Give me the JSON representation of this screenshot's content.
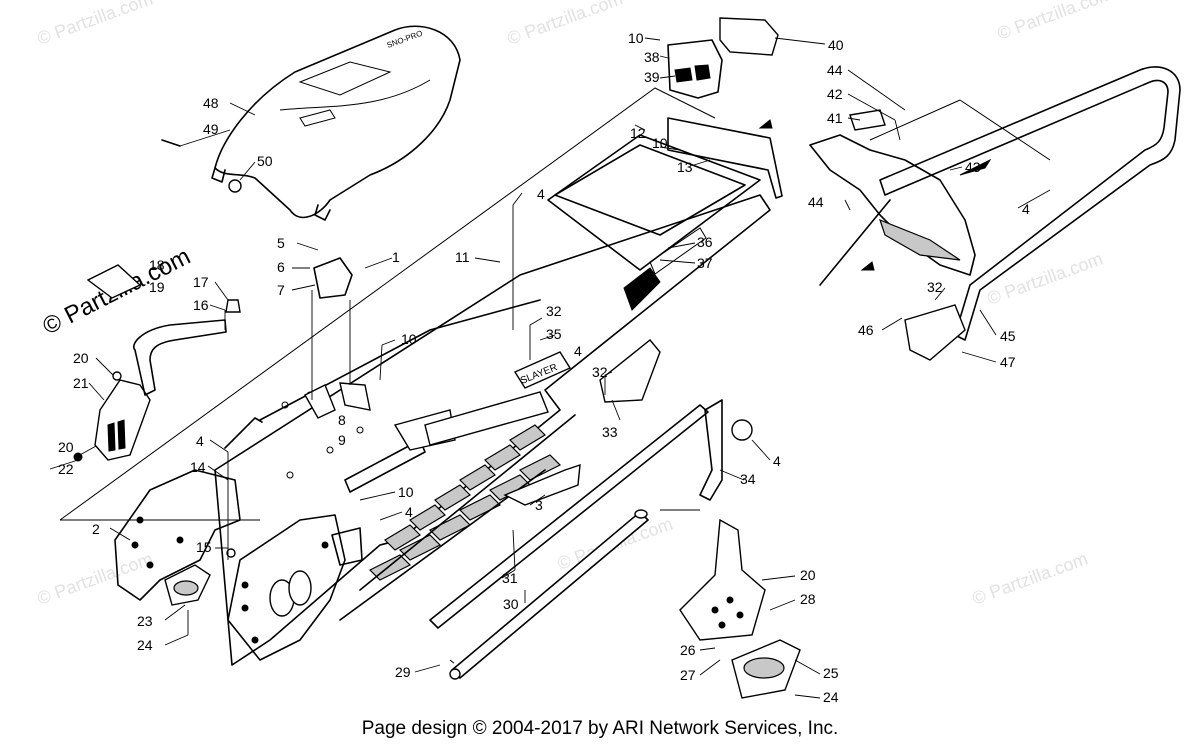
{
  "footer": "Page design © 2004-2017 by ARI Network Services, Inc.",
  "watermark_text": "© Partzilla.com",
  "callouts": [
    "1",
    "2",
    "3",
    "4",
    "4",
    "4",
    "4",
    "4",
    "4",
    "5",
    "6",
    "7",
    "8",
    "9",
    "10",
    "10",
    "10",
    "10",
    "11",
    "12",
    "13",
    "14",
    "15",
    "16",
    "17",
    "18",
    "19",
    "20",
    "20",
    "20",
    "21",
    "22",
    "23",
    "24",
    "24",
    "25",
    "26",
    "27",
    "28",
    "29",
    "30",
    "31",
    "32",
    "32",
    "32",
    "33",
    "34",
    "35",
    "36",
    "37",
    "38",
    "39",
    "40",
    "41",
    "42",
    "43",
    "44",
    "44",
    "45",
    "46",
    "47",
    "48",
    "49",
    "50"
  ]
}
